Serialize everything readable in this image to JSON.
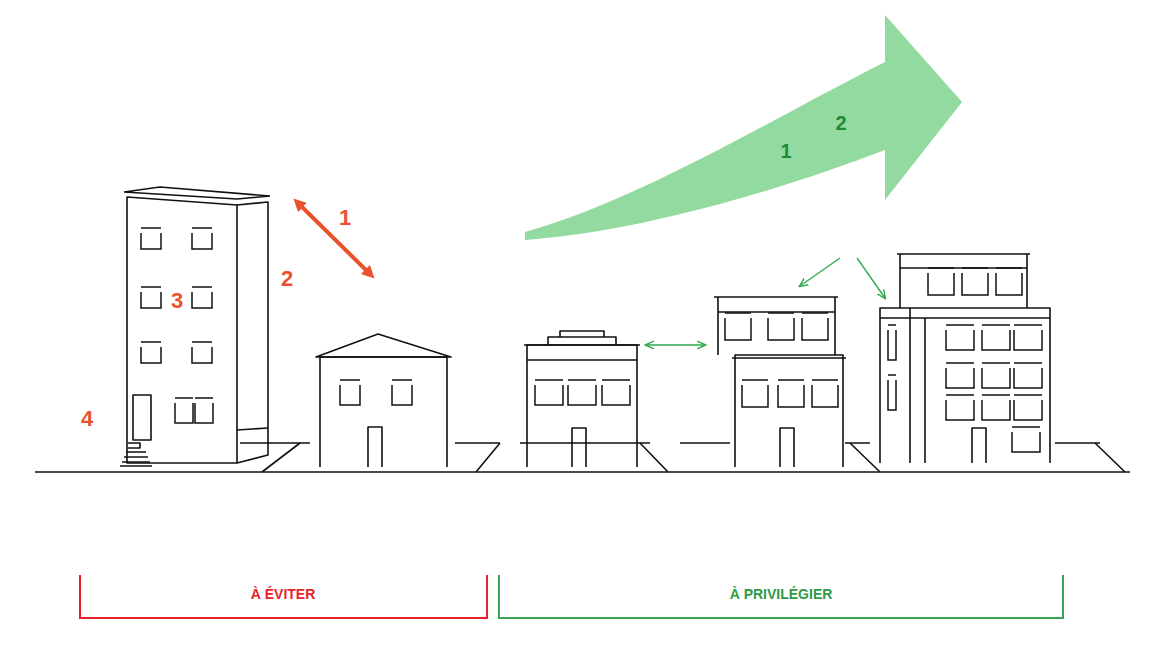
{
  "diagram": {
    "labels": [
      "1",
      "2",
      "3",
      "4",
      "1",
      "2",
      "À ÉVITER",
      "À PRIVILÉGIER"
    ]
  }
}
